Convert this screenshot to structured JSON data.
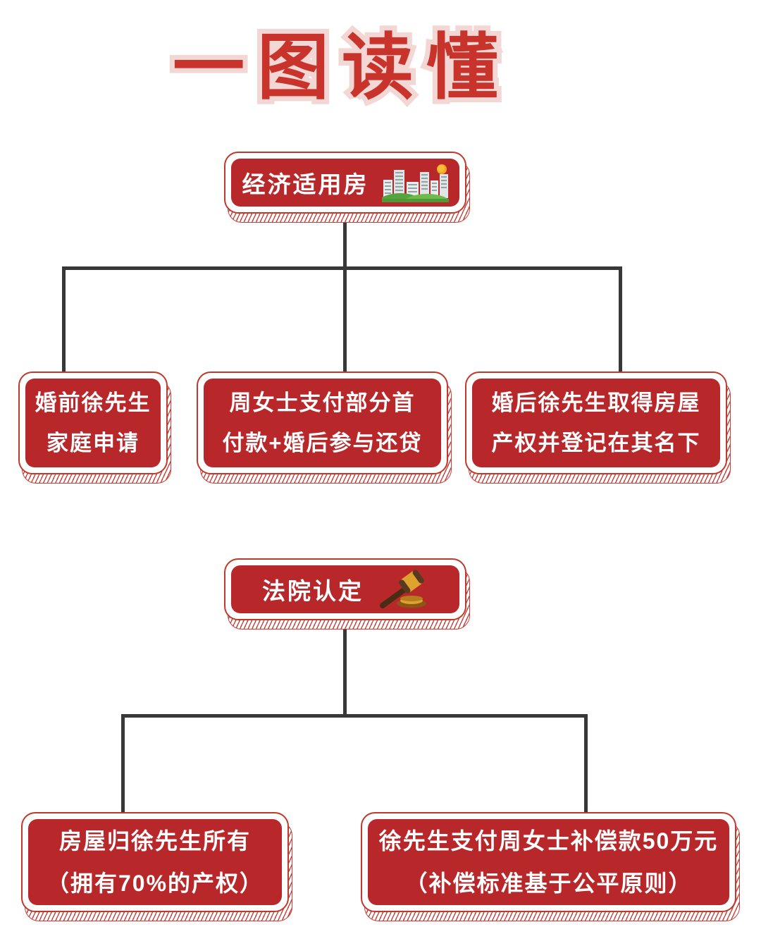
{
  "title": "一图读懂",
  "flow1": {
    "root": {
      "label": "经济适用房",
      "icon": "city-icon"
    },
    "children": [
      {
        "line1": "婚前徐先生",
        "line2": "家庭申请"
      },
      {
        "line1": "周女士支付部分首",
        "line2": "付款+婚后参与还贷"
      },
      {
        "line1": "婚后徐先生取得房屋",
        "line2": "产权并登记在其名下"
      }
    ]
  },
  "flow2": {
    "root": {
      "label": "法院认定",
      "icon": "gavel-icon"
    },
    "children": [
      {
        "line1": "房屋归徐先生所有",
        "line2": "（拥有70%的产权）"
      },
      {
        "line1": "徐先生支付周女士补偿款50万元",
        "line2": "（补偿标准基于公平原则）"
      }
    ]
  },
  "colors": {
    "box_fill_red": "#b8282b",
    "box_border_red": "#c0392b",
    "title_red": "#c8332b",
    "title_halo_pink": "#f3d7d5",
    "connector_dark": "#383838",
    "text_white": "#ffffff",
    "hatch_red": "#c4423b",
    "sun_orange": "#f2a71f",
    "hill_green": "#5fae45",
    "gavel_gold": "#dfa22e",
    "gavel_brown": "#4a2c12"
  }
}
